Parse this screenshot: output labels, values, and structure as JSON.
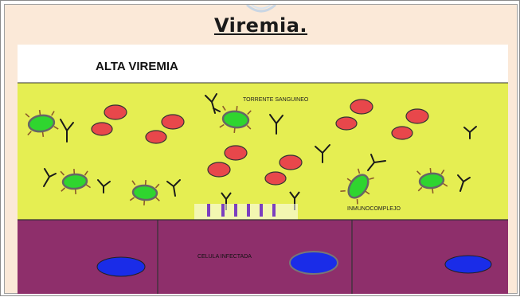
{
  "title": "Viremia.",
  "diagram": {
    "heading": "ALTA VIREMIA",
    "label_bloodstream": "TORRENTE SANGUINEO",
    "label_immunocomplex": "INMUNOCOMPLEJO",
    "label_infected_cell": "CELULA INFECTADA"
  },
  "colors": {
    "page_background": "#fbe9d8",
    "bloodstream": "#e5ee52",
    "cell_layer": "#8e2f6b",
    "red_blood_cell": "#e8474b",
    "virus": "#2fd52f",
    "nucleus": "#1a2ce8"
  }
}
